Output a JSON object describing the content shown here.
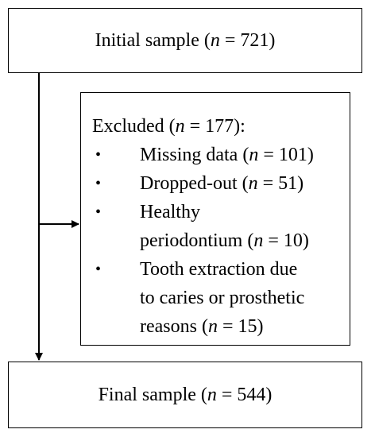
{
  "initial_box": {
    "prefix": "Initial sample (",
    "n_symbol": "n",
    "suffix": " = 721)"
  },
  "excluded_box": {
    "prefix": "Excluded (",
    "n_symbol": "n",
    "suffix": " = 177):",
    "bullet_glyph": "•",
    "items": [
      {
        "lines": [
          {
            "text": "Missing data (",
            "n_symbol": "n",
            "tail": " = 101)"
          }
        ]
      },
      {
        "lines": [
          {
            "text": "Dropped-out (",
            "n_symbol": "n",
            "tail": " = 51)"
          }
        ]
      },
      {
        "lines": [
          {
            "text": "Healthy",
            "n_symbol": "",
            "tail": ""
          },
          {
            "text": "periodontium (",
            "n_symbol": "n",
            "tail": " = 10)"
          }
        ]
      },
      {
        "lines": [
          {
            "text": "Tooth extraction due",
            "n_symbol": "",
            "tail": ""
          },
          {
            "text": "to caries or prosthetic",
            "n_symbol": "",
            "tail": ""
          },
          {
            "text": "reasons (",
            "n_symbol": "n",
            "tail": " = 15)"
          }
        ]
      }
    ]
  },
  "final_box": {
    "prefix": "Final sample (",
    "n_symbol": "n",
    "suffix": " = 544)"
  },
  "colors": {
    "line": "#000000",
    "background": "#ffffff"
  }
}
